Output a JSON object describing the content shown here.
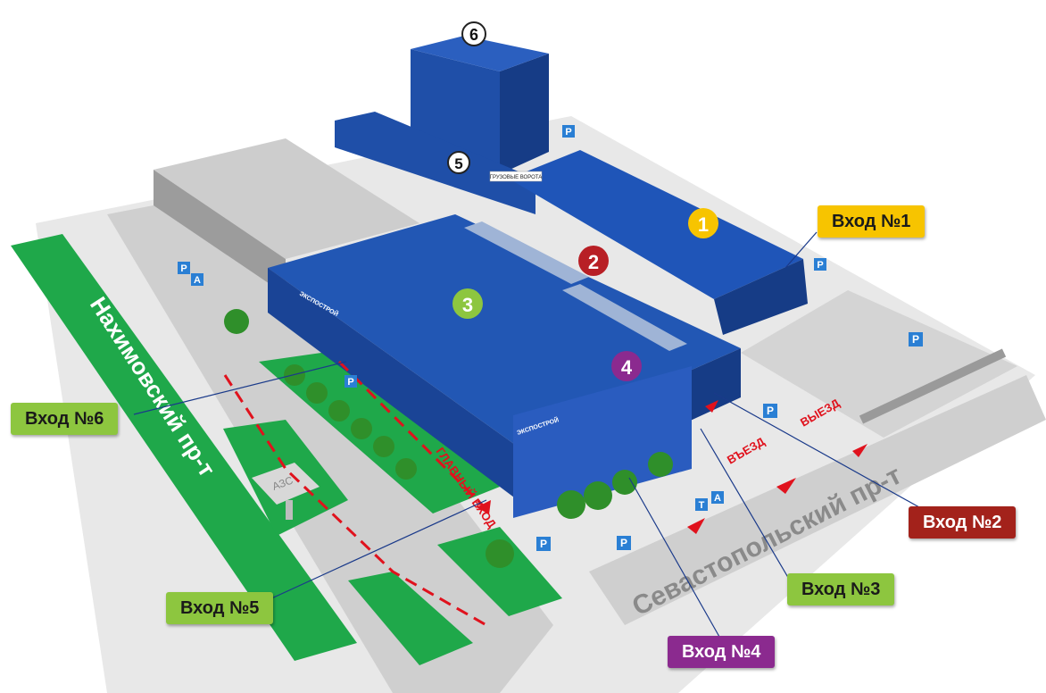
{
  "colors": {
    "building_blue": "#1f4fa8",
    "building_dark": "#163c86",
    "green": "#1fa84a",
    "road_gray": "#bdbdbd",
    "label_yellow": "#f7c400",
    "label_red": "#a3221b",
    "label_green": "#8dc63f",
    "label_purple": "#8b2a8f",
    "route_red": "#e0121d"
  },
  "entrances": [
    {
      "text": "Вход №1",
      "color": "#f7c400",
      "text_color": "#1a1a1a"
    },
    {
      "text": "Вход №2",
      "color": "#a3221b",
      "text_color": "#ffffff"
    },
    {
      "text": "Вход №3",
      "color": "#8dc63f",
      "text_color": "#1a1a1a"
    },
    {
      "text": "Вход №4",
      "color": "#8b2a8f",
      "text_color": "#ffffff"
    },
    {
      "text": "Вход №5",
      "color": "#8dc63f",
      "text_color": "#1a1a1a"
    },
    {
      "text": "Вход №6",
      "color": "#8dc63f",
      "text_color": "#1a1a1a"
    }
  ],
  "building_numbers": [
    "1",
    "2",
    "3",
    "4",
    "5",
    "6"
  ],
  "streets": {
    "nakhimovsky": "Нахимовский пр-т",
    "sevastopolsky": "Севастопольский пр-т"
  },
  "road_marks": {
    "main_entrance": "ГЛАВНЫЙ ВХОД",
    "entry": "ВЪЕЗД",
    "exit": "ВЫЕЗД"
  },
  "signs": {
    "gas_station": "АЗС",
    "cargo_gate": "ГРУЗОВЫЕ ВОРОТА",
    "brand": "ЭКСПОСТРОЙ",
    "parking": "P",
    "taxi": "T",
    "bus": "A"
  }
}
